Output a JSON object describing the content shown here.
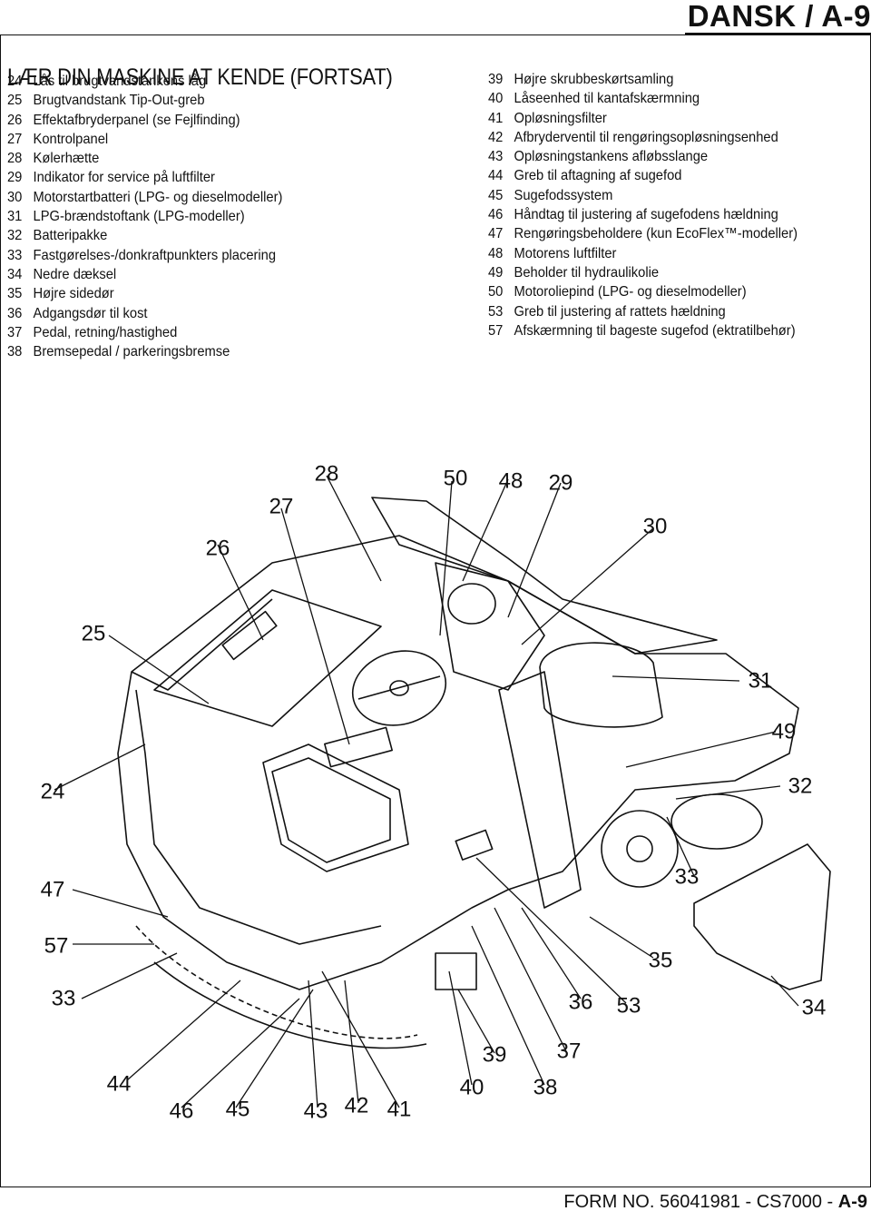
{
  "header": {
    "language_page": "DANSK / A-9"
  },
  "title": "LÆR DIN MASKINE AT KENDE (FORTSAT)",
  "legend_left": [
    {
      "num": "24",
      "text": "Lås til brugtvandstankens låg"
    },
    {
      "num": "25",
      "text": "Brugtvandstank Tip-Out-greb"
    },
    {
      "num": "26",
      "text": "Effektafbryderpanel (se Fejlfinding)"
    },
    {
      "num": "27",
      "text": "Kontrolpanel"
    },
    {
      "num": "28",
      "text": "Kølerhætte"
    },
    {
      "num": "29",
      "text": "Indikator for service på luftfilter"
    },
    {
      "num": "30",
      "text": "Motorstartbatteri (LPG- og dieselmodeller)"
    },
    {
      "num": "31",
      "text": "LPG-brændstoftank (LPG-modeller)"
    },
    {
      "num": "32",
      "text": "Batteripakke"
    },
    {
      "num": "33",
      "text": "Fastgørelses-/donkraftpunkters placering"
    },
    {
      "num": "34",
      "text": "Nedre dæksel"
    },
    {
      "num": "35",
      "text": "Højre sidedør"
    },
    {
      "num": "36",
      "text": "Adgangsdør til kost"
    },
    {
      "num": "37",
      "text": "Pedal, retning/hastighed"
    },
    {
      "num": "38",
      "text": "Bremsepedal / parkeringsbremse"
    }
  ],
  "legend_right": [
    {
      "num": "39",
      "text": "Højre skrubbeskørtsamling"
    },
    {
      "num": "40",
      "text": "Låseenhed til kantafskærmning"
    },
    {
      "num": "41",
      "text": "Opløsningsfilter"
    },
    {
      "num": "42",
      "text": "Afbryderventil til rengøringsopløsningsenhed"
    },
    {
      "num": "43",
      "text": "Opløsningstankens afløbsslange"
    },
    {
      "num": "44",
      "text": "Greb til aftagning af sugefod"
    },
    {
      "num": "45",
      "text": "Sugefodssystem"
    },
    {
      "num": "46",
      "text": "Håndtag til justering af sugefodens hældning"
    },
    {
      "num": "47",
      "text": "Rengøringsbeholdere (kun EcoFlex™-modeller)"
    },
    {
      "num": "48",
      "text": "Motorens luftfilter"
    },
    {
      "num": "49",
      "text": "Beholder til hydraulikolie"
    },
    {
      "num": "50",
      "text": "Motoroliepind (LPG- og dieselmodeller)"
    },
    {
      "num": "53",
      "text": "Greb til justering af rattets hældning"
    },
    {
      "num": "57",
      "text": "Afskærmning til bageste sugefod (ektratilbehør)"
    }
  ],
  "callouts": [
    "24",
    "25",
    "26",
    "27",
    "28",
    "29",
    "30",
    "31",
    "32",
    "33",
    "33",
    "34",
    "35",
    "36",
    "37",
    "38",
    "39",
    "40",
    "41",
    "42",
    "43",
    "44",
    "45",
    "46",
    "47",
    "48",
    "49",
    "50",
    "53",
    "57"
  ],
  "footer": {
    "form_text": "FORM NO. 56041981 - CS7000 - ",
    "page": "A-9"
  }
}
